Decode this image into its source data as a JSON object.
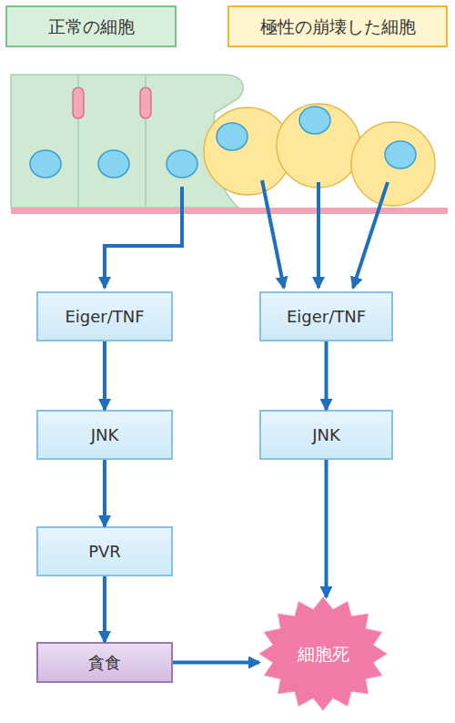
{
  "diagram": {
    "nodes": [
      {
        "text": [
          "正常の細胞"
        ]
      },
      {
        "text": [
          "極性の崩壊した細胞"
        ]
      },
      {
        "text": [
          "Eiger/TNF"
        ]
      },
      {
        "text": [
          "Eiger/TNF"
        ]
      },
      {
        "text": [
          "JNK"
        ]
      },
      {
        "text": [
          "JNK"
        ]
      },
      {
        "text": [
          "PVR"
        ]
      },
      {
        "text": [
          "貪食"
        ]
      },
      {
        "text": [
          "細胞死"
        ]
      }
    ],
    "edges": [
      {
        "from": 2,
        "to": 4,
        "arrow": "to"
      },
      {
        "from": 4,
        "to": 6,
        "arrow": "to"
      },
      {
        "from": 6,
        "to": 7,
        "arrow": "to"
      },
      {
        "from": 7,
        "to": 8,
        "arrow": "to"
      },
      {
        "from": 3,
        "to": 5,
        "arrow": "to"
      },
      {
        "from": 5,
        "to": 8,
        "arrow": "to"
      }
    ]
  }
}
